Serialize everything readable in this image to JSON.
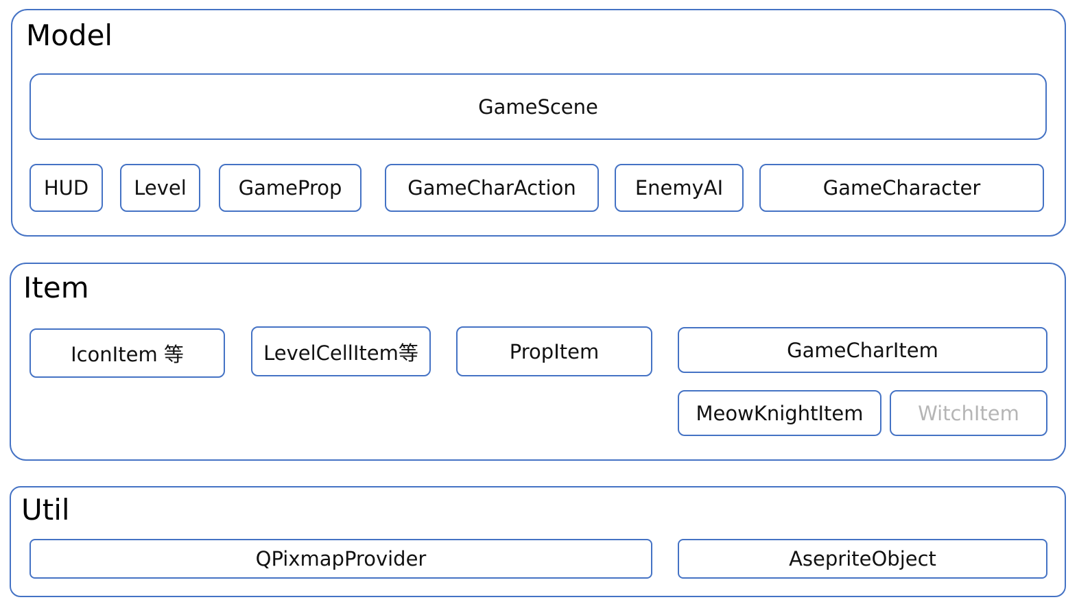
{
  "model": {
    "title": "Model",
    "game_scene": "GameScene",
    "components": [
      "HUD",
      "Level",
      "GameProp",
      "GameCharAction",
      "EnemyAI",
      "GameCharacter"
    ]
  },
  "item": {
    "title": "Item",
    "icon_item": "IconItem 等",
    "level_cell_item": "LevelCellItem等",
    "prop_item": "PropItem",
    "game_char_item": "GameCharItem",
    "meow_knight_item": "MeowKnightItem",
    "witch_item": "WitchItem"
  },
  "util": {
    "title": "Util",
    "qpixmap_provider": "QPixmapProvider",
    "aseprite_object": "AsepriteObject"
  },
  "colors": {
    "border": "#4472c4",
    "text": "#111111",
    "faded_text": "#b5b5b5"
  }
}
